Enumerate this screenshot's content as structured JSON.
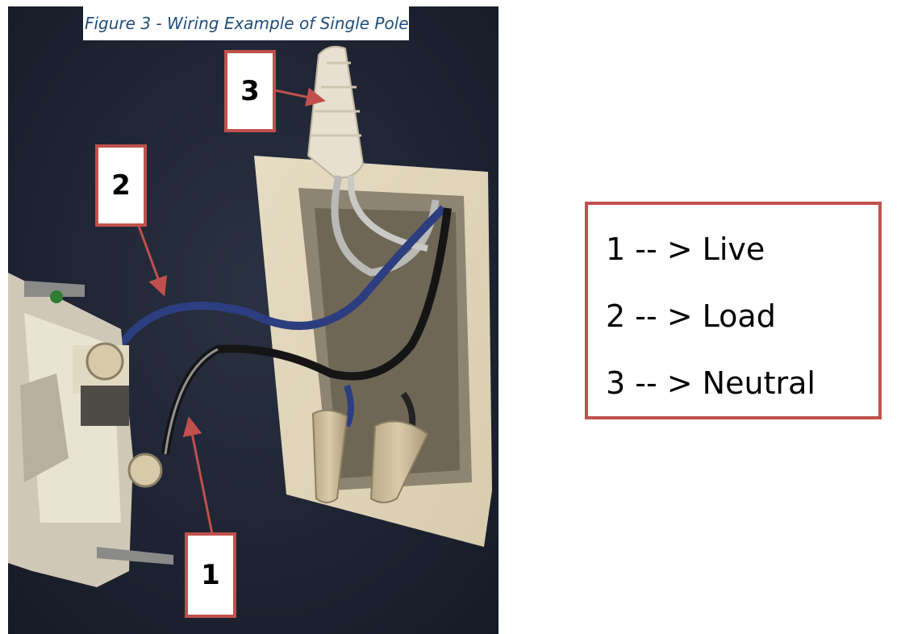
{
  "figure": {
    "caption": "Figure 3 - Wiring Example of Single Pole"
  },
  "callouts": [
    {
      "number": "3"
    },
    {
      "number": "2"
    },
    {
      "number": "1"
    }
  ],
  "legend": {
    "items": [
      {
        "text": "1 -- > Live"
      },
      {
        "text": "2 -- > Load"
      },
      {
        "text": "3 -- > Neutral"
      }
    ]
  },
  "colors": {
    "callout_border": "#c0504d",
    "arrow": "#c0504d",
    "caption_text": "#1f4e79",
    "wall": "#1e2533"
  }
}
